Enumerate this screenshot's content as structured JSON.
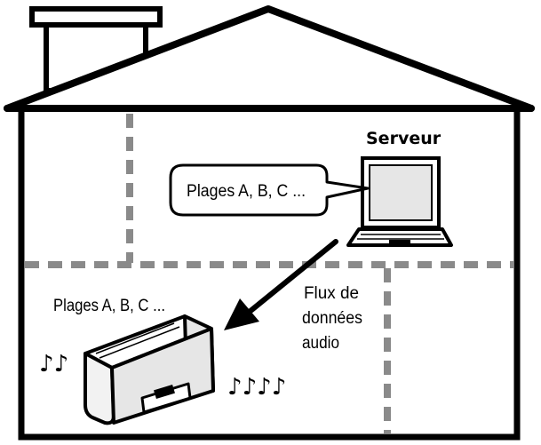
{
  "server": {
    "label": "Serveur"
  },
  "server_bubble": {
    "text": "Plages A, B, C ..."
  },
  "speaker": {
    "label": "Plages A, B, C ..."
  },
  "stream": {
    "line1": "Flux de",
    "line2": "données",
    "line3": "audio"
  },
  "colors": {
    "stroke": "#000000",
    "partition": "#8a8a8a",
    "background": "#ffffff",
    "device_fill": "#e6e6e6"
  }
}
